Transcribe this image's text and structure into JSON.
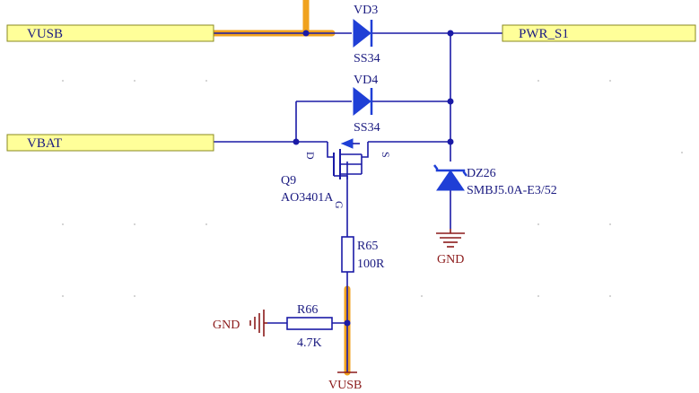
{
  "ports": {
    "vusb": "VUSB",
    "vbat": "VBAT",
    "pwr_s1": "PWR_S1"
  },
  "components": {
    "vd3": {
      "ref": "VD3",
      "value": "SS34"
    },
    "vd4": {
      "ref": "VD4",
      "value": "SS34"
    },
    "q9": {
      "ref": "Q9",
      "value": "AO3401A",
      "pin_d": "D",
      "pin_s": "S",
      "pin_g": "G"
    },
    "dz26": {
      "ref": "DZ26",
      "value": "SMBJ5.0A-E3/52"
    },
    "r65": {
      "ref": "R65",
      "value": "100R"
    },
    "r66": {
      "ref": "R66",
      "value": "4.7K"
    }
  },
  "power": {
    "gnd_right": "GND",
    "gnd_left": "GND",
    "vusb_bottom": "VUSB"
  },
  "colors": {
    "wire": "#1a1aa6",
    "highlight": "#f0a21e",
    "port_fill": "#ffff99",
    "power_symbol": "#8b1a1a"
  }
}
